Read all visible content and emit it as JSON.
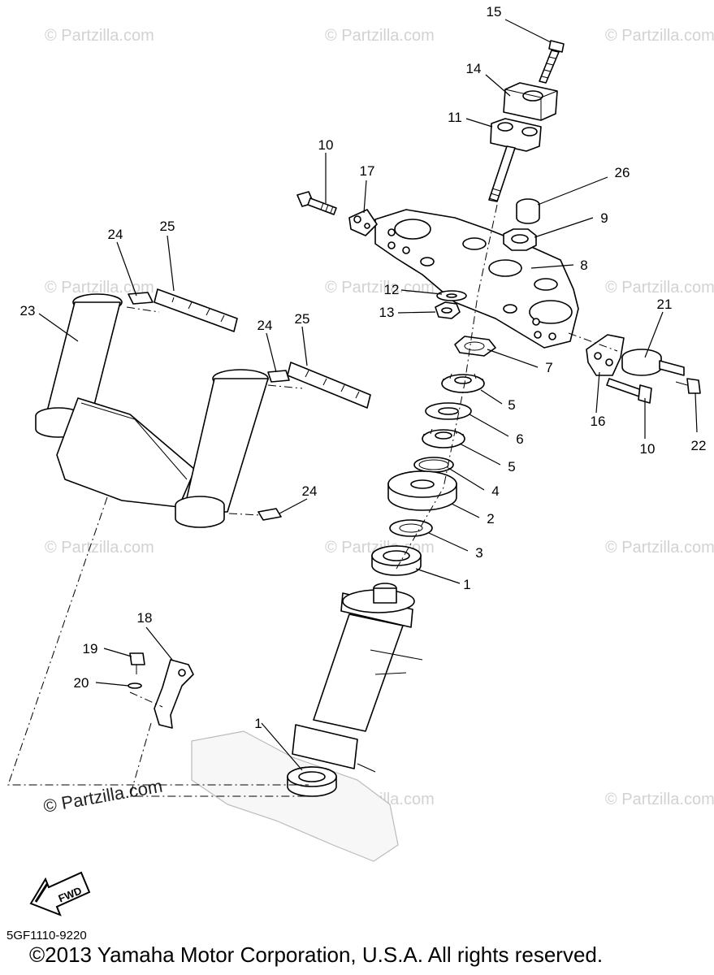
{
  "watermark": "© Partzilla.com",
  "diagram_code": "5GF1110-9220",
  "copyright": "©2013 Yamaha Motor Corporation, U.S.A. All rights reserved.",
  "fwd_label": "FWD",
  "callouts": {
    "c15": "15",
    "c14": "14",
    "c11": "11",
    "c10a": "10",
    "c17": "17",
    "c26": "26",
    "c9": "9",
    "c8": "8",
    "c24a": "24",
    "c25a": "25",
    "c23": "23",
    "c12": "12",
    "c13": "13",
    "c24b": "24",
    "c25b": "25",
    "c21": "21",
    "c7": "7",
    "c5a": "5",
    "c16": "16",
    "c10b": "10",
    "c22": "22",
    "c6": "6",
    "c5b": "5",
    "c24c": "24",
    "c4": "4",
    "c2": "2",
    "c3": "3",
    "c1a": "1",
    "c18": "18",
    "c19": "19",
    "c20": "20",
    "c1b": "1"
  }
}
